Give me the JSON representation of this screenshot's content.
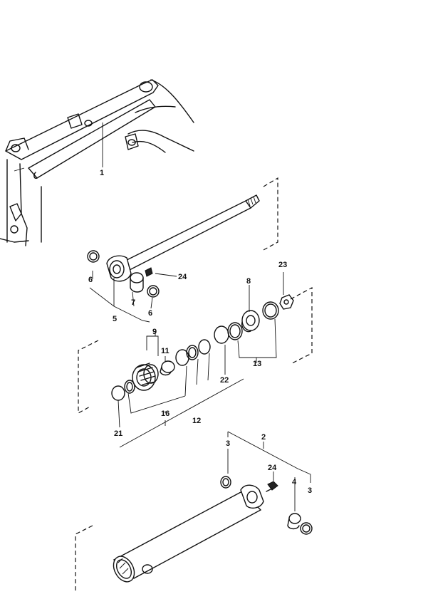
{
  "callouts": [
    {
      "id": "c1",
      "text": "1"
    },
    {
      "id": "c2",
      "text": "2"
    },
    {
      "id": "c3a",
      "text": "3"
    },
    {
      "id": "c3b",
      "text": "3"
    },
    {
      "id": "c4",
      "text": "4"
    },
    {
      "id": "c5",
      "text": "5"
    },
    {
      "id": "c6a",
      "text": "6"
    },
    {
      "id": "c6b",
      "text": "6"
    },
    {
      "id": "c7",
      "text": "7"
    },
    {
      "id": "c8",
      "text": "8"
    },
    {
      "id": "c9",
      "text": "9"
    },
    {
      "id": "c11",
      "text": "11"
    },
    {
      "id": "c12",
      "text": "12"
    },
    {
      "id": "c13",
      "text": "13"
    },
    {
      "id": "c16",
      "text": "16"
    },
    {
      "id": "c21",
      "text": "21"
    },
    {
      "id": "c22",
      "text": "22"
    },
    {
      "id": "c23",
      "text": "23"
    },
    {
      "id": "c24a",
      "text": "24"
    },
    {
      "id": "c24b",
      "text": "24"
    }
  ]
}
